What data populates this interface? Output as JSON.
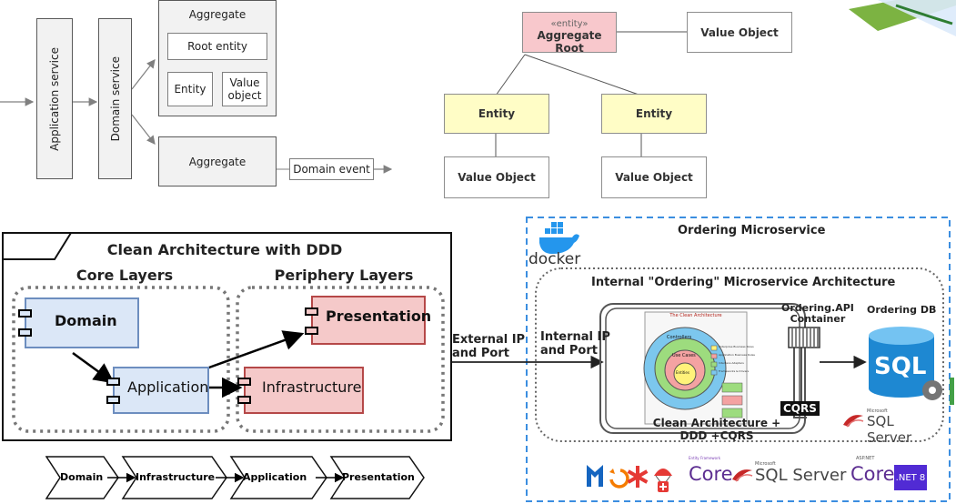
{
  "ddd_layers": {
    "application_service": "Application service",
    "domain_service": "Domain service",
    "aggregate_top": "Aggregate",
    "root_entity": "Root entity",
    "entity": "Entity",
    "value_object": "Value object",
    "aggregate_bottom": "Aggregate",
    "domain_event": "Domain event"
  },
  "aggregate_diagram": {
    "stereotype": "«entity»",
    "root": "Aggregate Root",
    "value_object_top": "Value Object",
    "entity_left": "Entity",
    "entity_right": "Entity",
    "value_object_left": "Value Object",
    "value_object_right": "Value Object"
  },
  "clean_arch": {
    "title": "Clean Architecture with DDD",
    "core_title": "Core Layers",
    "periphery_title": "Periphery Layers",
    "domain": "Domain",
    "application": "Application",
    "infrastructure": "Infrastructure",
    "presentation": "Presentation"
  },
  "chevrons": [
    "Domain",
    "Infrastructure",
    "Application",
    "Presentation"
  ],
  "ordering": {
    "title": "Ordering Microservice",
    "docker_label": "docker",
    "internal_title": "Internal \"Ordering\" Microservice Architecture",
    "external_line1": "External IP",
    "external_line2": "and Port",
    "internal_line1": "Internal IP",
    "internal_line2": "and Port",
    "api_line1": "Ordering.API",
    "api_line2": "Container",
    "db_title": "Ordering DB",
    "sql_label": "SQL",
    "cqrs": "CQRS",
    "caption_line1": "Clean Architecture +",
    "caption_line2": "DDD +CQRS",
    "sqlserver_brand": "SQL Server",
    "sqlserver_small": "Microsoft",
    "inner_title": "The Clean Architecture",
    "inner_controllers": "Controllers",
    "inner_usecases": "Use Cases",
    "inner_entities": "Entities",
    "legend": [
      "Enterprise Business Rules",
      "Application Business Rules",
      "Interface Adapters",
      "Frameworks & Drivers"
    ],
    "tech": {
      "core1": "Core",
      "core1_small": "Entity Framework",
      "sql_small": "Microsoft",
      "sql": "SQL Server",
      "core2": "Core",
      "core2_small": "ASP.NET",
      "net8": ".NET 8"
    }
  },
  "colors": {
    "entity_yellow": "#fffdc6",
    "root_pink": "#f8c8cc",
    "component_blue": "#dbe7f7",
    "component_red": "#f5c9c9",
    "docker_blue": "#2496ed",
    "dashed_border": "#3b8ee0"
  }
}
